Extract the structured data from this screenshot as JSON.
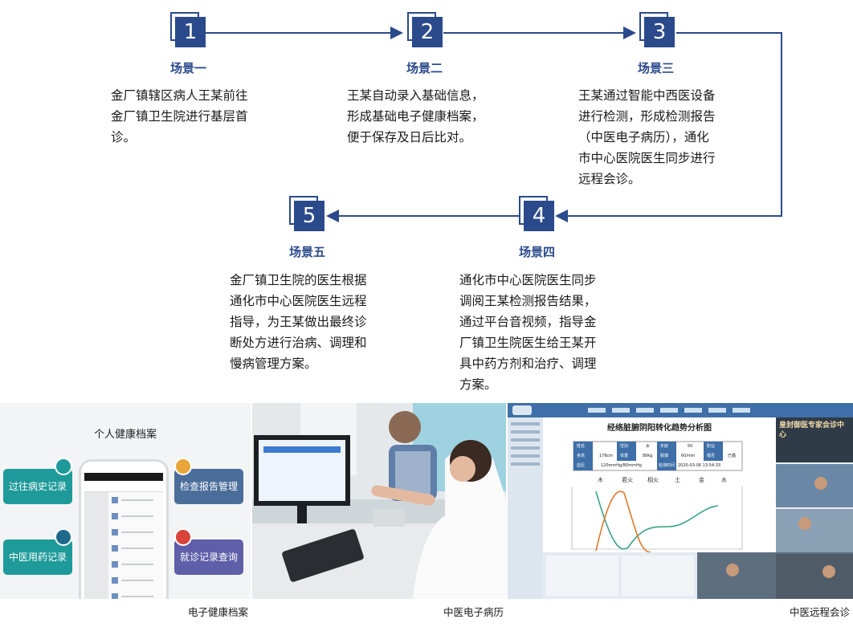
{
  "flow": {
    "steps": [
      {
        "number": "1",
        "title": "场景一",
        "description": [
          "金厂镇辖区病人王某前往",
          "金厂镇卫生院进行基层首",
          "诊。"
        ]
      },
      {
        "number": "2",
        "title": "场景二",
        "description": [
          "王某自动录入基础信息，",
          "形成基础电子健康档案，",
          "便于保存及日后比对。"
        ]
      },
      {
        "number": "3",
        "title": "场景三",
        "description": [
          "王某通过智能中西医设备",
          "进行检测，形成检测报告",
          "（中医电子病历），通化",
          "市中心医院医生同步进行",
          "远程会诊。"
        ]
      },
      {
        "number": "4",
        "title": "场景四",
        "description": [
          "通化市中心医院医生同步",
          "调阅王某检测报告结果，",
          "通过平台音视频，指导金",
          "厂镇卫生院医生给王某开",
          "具中药方剂和治疗、调理",
          "方案。"
        ]
      },
      {
        "number": "5",
        "title": "场景五",
        "description": [
          "金厂镇卫生院的医生根据",
          "通化市中心医院医生远程",
          "指导，为王某做出最终诊",
          "断处方进行治病、调理和",
          "慢病管理方案。"
        ]
      }
    ]
  },
  "panels": {
    "health_record": {
      "title": "个人健康档案",
      "cards": [
        "过往病史记录",
        "检查报告管理",
        "中医用药记录",
        "就诊记录查询"
      ],
      "caption": "电子健康档案"
    },
    "tcm_record": {
      "caption": "中医电子病历"
    },
    "remote": {
      "chart_title": "经络脏腑阴阳转化趋势分析图",
      "elements": [
        "木",
        "君火",
        "相火",
        "土",
        "金",
        "水"
      ],
      "table": [
        [
          "姓名",
          "",
          "性别",
          "女",
          "年龄",
          "50",
          "职业",
          ""
        ],
        [
          "身高",
          "178cm",
          "体重",
          "89kg",
          "脉搏",
          "60/min",
          "婚否",
          "已婚"
        ],
        [
          "血压",
          "120mmHg/80mmHg",
          "检测时间",
          "2020-03-06 13:54:33"
        ]
      ],
      "sign": "皇封御医专家会诊中心",
      "caption": "中医远程会诊"
    }
  },
  "colors": {
    "primary": "#2b4a8c",
    "teal": "#1f9a9a",
    "slate": "#4a6d9a",
    "purple": "#5e5fa8"
  }
}
